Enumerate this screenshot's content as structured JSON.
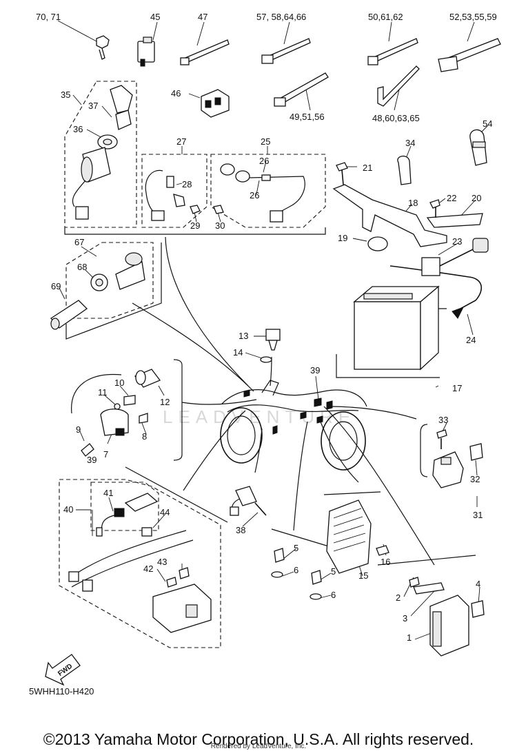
{
  "diagram": {
    "watermark": "LEADVENTURE",
    "fwd_label": "FWD",
    "callouts": [
      {
        "id": "c-70-71",
        "text": "70, 71"
      },
      {
        "id": "c-45",
        "text": "45"
      },
      {
        "id": "c-47",
        "text": "47"
      },
      {
        "id": "c-57",
        "text": "57, 58,64,66"
      },
      {
        "id": "c-50",
        "text": "50,61,62"
      },
      {
        "id": "c-52",
        "text": "52,53,55,59"
      },
      {
        "id": "c-35",
        "text": "35"
      },
      {
        "id": "c-37",
        "text": "37"
      },
      {
        "id": "c-46",
        "text": "46"
      },
      {
        "id": "c-49",
        "text": "49,51,56"
      },
      {
        "id": "c-48",
        "text": "48,60,63,65"
      },
      {
        "id": "c-36",
        "text": "36"
      },
      {
        "id": "c-54",
        "text": "54"
      },
      {
        "id": "c-27",
        "text": "27"
      },
      {
        "id": "c-25",
        "text": "25"
      },
      {
        "id": "c-26a",
        "text": "26"
      },
      {
        "id": "c-34",
        "text": "34"
      },
      {
        "id": "c-21",
        "text": "21"
      },
      {
        "id": "c-28",
        "text": "28"
      },
      {
        "id": "c-26b",
        "text": "26"
      },
      {
        "id": "c-22",
        "text": "22"
      },
      {
        "id": "c-20",
        "text": "20"
      },
      {
        "id": "c-18",
        "text": "18"
      },
      {
        "id": "c-29",
        "text": "29"
      },
      {
        "id": "c-30",
        "text": "30"
      },
      {
        "id": "c-19",
        "text": "19"
      },
      {
        "id": "c-23",
        "text": "23"
      },
      {
        "id": "c-67",
        "text": "67"
      },
      {
        "id": "c-68",
        "text": "68"
      },
      {
        "id": "c-69",
        "text": "69"
      },
      {
        "id": "c-24",
        "text": "24"
      },
      {
        "id": "c-13",
        "text": "13"
      },
      {
        "id": "c-14",
        "text": "14"
      },
      {
        "id": "c-39a",
        "text": "39"
      },
      {
        "id": "c-10",
        "text": "10"
      },
      {
        "id": "c-11",
        "text": "11"
      },
      {
        "id": "c-12",
        "text": "12"
      },
      {
        "id": "c-17",
        "text": "17"
      },
      {
        "id": "c-33",
        "text": "33"
      },
      {
        "id": "c-9",
        "text": "9"
      },
      {
        "id": "c-8",
        "text": "8"
      },
      {
        "id": "c-7",
        "text": "7"
      },
      {
        "id": "c-39b",
        "text": "39"
      },
      {
        "id": "c-32",
        "text": "32"
      },
      {
        "id": "c-41",
        "text": "41"
      },
      {
        "id": "c-40",
        "text": "40"
      },
      {
        "id": "c-44",
        "text": "44"
      },
      {
        "id": "c-31",
        "text": "31"
      },
      {
        "id": "c-38",
        "text": "38"
      },
      {
        "id": "c-5a",
        "text": "5"
      },
      {
        "id": "c-16",
        "text": "16"
      },
      {
        "id": "c-6a",
        "text": "6"
      },
      {
        "id": "c-43",
        "text": "43"
      },
      {
        "id": "c-42",
        "text": "42"
      },
      {
        "id": "c-5b",
        "text": "5"
      },
      {
        "id": "c-15",
        "text": "15"
      },
      {
        "id": "c-4",
        "text": "4"
      },
      {
        "id": "c-2",
        "text": "2"
      },
      {
        "id": "c-6b",
        "text": "6"
      },
      {
        "id": "c-3",
        "text": "3"
      },
      {
        "id": "c-1",
        "text": "1"
      }
    ]
  },
  "footer": {
    "drawing_code": "5WHH110-H420",
    "copyright": "©2013 Yamaha Motor Corporation, U.S.A. All rights reserved.",
    "rendered_by": "Rendered by LeadVenture, Inc."
  }
}
